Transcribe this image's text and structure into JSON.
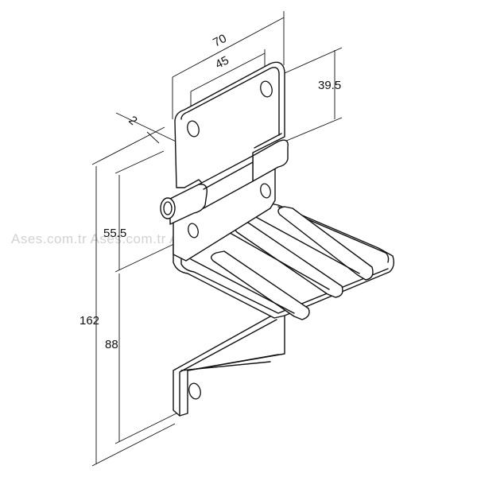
{
  "watermark": "Ases.com.tr Ases.com.tr Ases.com.tr Ases.com.tr",
  "dimensions": {
    "width_overall": "70",
    "hole_spacing": "45",
    "leaf_height": "39.5",
    "thickness": "2",
    "total_height": "162",
    "upper_height": "55.5",
    "lower_height": "88"
  }
}
